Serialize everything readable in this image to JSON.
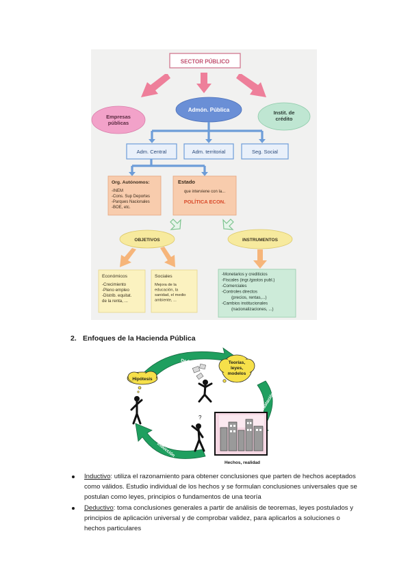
{
  "diagram1": {
    "root": "SECTOR PÚBLICO",
    "left_branch": [
      "Empresas",
      "públicas"
    ],
    "center_branch": "Admón. Pública",
    "right_branch": [
      "Instit. de",
      "crédito"
    ],
    "adm_central": "Adm. Central",
    "adm_territorial": "Adm. territorial",
    "seg_social": "Seg. Social",
    "org_autonomos": {
      "title": "Org. Autónomos:",
      "items": [
        "-INEM",
        "-Cons. Sup Deportes",
        "-Parques Nacionales",
        "-BOE, etc."
      ]
    },
    "estado": {
      "title": "Estado",
      "subtitle": "que interviene con la...",
      "highlight": "POLÍTICA ECON."
    },
    "objetivos": "OBJETIVOS",
    "instrumentos": "INSTRUMENTOS",
    "economicos": {
      "title": "Económicos",
      "items": [
        "-Crecimiento",
        "-Pleno empleo",
        "-Distrib. equitat.",
        "de la renta, ..."
      ]
    },
    "sociales": {
      "title": "Sociales",
      "items": [
        "Mejora de la",
        "educación, la",
        "sanidad, el medio",
        "ambiente, ..."
      ]
    },
    "instrumentos_list": [
      "-Monetarios y crediticios",
      "-Fiscales (ingr./gastos publ.)",
      "-Comerciales",
      "-Controles directos",
      "(precios, rentas,...)",
      "-Cambios institucionales",
      "(nacionalizaciones, ...)"
    ]
  },
  "section": {
    "number": "2.",
    "title": "Enfoques de la Hacienda Pública"
  },
  "diagram2": {
    "deduccion": "Deducción",
    "induccion": "Inducción",
    "contrastacion": "Contrastación",
    "hipotesis": "Hipótesis",
    "teorias": [
      "Teorías,",
      "leyes,",
      "modelos"
    ],
    "hechos": "Hechos, realidad"
  },
  "bullets": [
    {
      "term": "Inductivo",
      "text": ": utiliza el razonamiento para obtener conclusiones que parten de hechos aceptados como válidos. Estudio individual de los hechos y se formulan conclusiones universales que se postulan como leyes, principios o fundamentos de una teoría"
    },
    {
      "term": "Deductivo",
      "text": ": toma conclusiones generales a partir de análisis de teoremas, leyes postulados y principios de aplicación universal y de comprobar validez, para aplicarlos a soluciones o hechos particulares"
    }
  ],
  "colors": {
    "pink_arrow": "#ee7f9a",
    "blue": "#6d9dd8",
    "bubble_blue": "#6a8fd6",
    "bubble_pink": "#f2a2c9",
    "bubble_green": "#bfe6d2",
    "box_orange": "#f8ccad",
    "ellipse_yellow": "#f7ea9e",
    "box_yellow": "#fbf2c0",
    "box_green": "#cdebd9",
    "cycle_green": "#1f9f5f",
    "cloud_yellow": "#f6e04a"
  }
}
